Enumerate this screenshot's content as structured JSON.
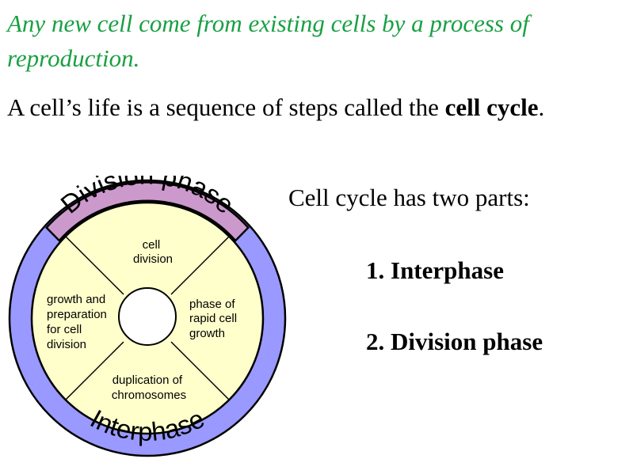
{
  "intro": "Any new cell come from existing cells by a process of reproduction.",
  "statement": {
    "prefix": "A cell’s life is a sequence of steps called the ",
    "term": "cell cycle",
    "suffix": "."
  },
  "parts": {
    "heading": "Cell cycle has two parts:",
    "items": [
      "1. Interphase",
      "2. Division phase"
    ]
  },
  "diagram": {
    "outer_ring_labels": {
      "top": "Division phase",
      "bottom": "Interphase"
    },
    "sectors": {
      "top": [
        "cell",
        "division"
      ],
      "right": [
        "phase of",
        "rapid cell",
        "growth"
      ],
      "bottom": [
        "duplication of",
        "chromosomes"
      ],
      "left": [
        "growth and",
        "preparation",
        "for cell",
        "division"
      ]
    },
    "colors": {
      "interphase_ring": "#9999ff",
      "division_ring": "#cc99cc",
      "inner_disc": "#ffffcc",
      "outline": "#000000",
      "intro_text": "#19a043"
    }
  }
}
